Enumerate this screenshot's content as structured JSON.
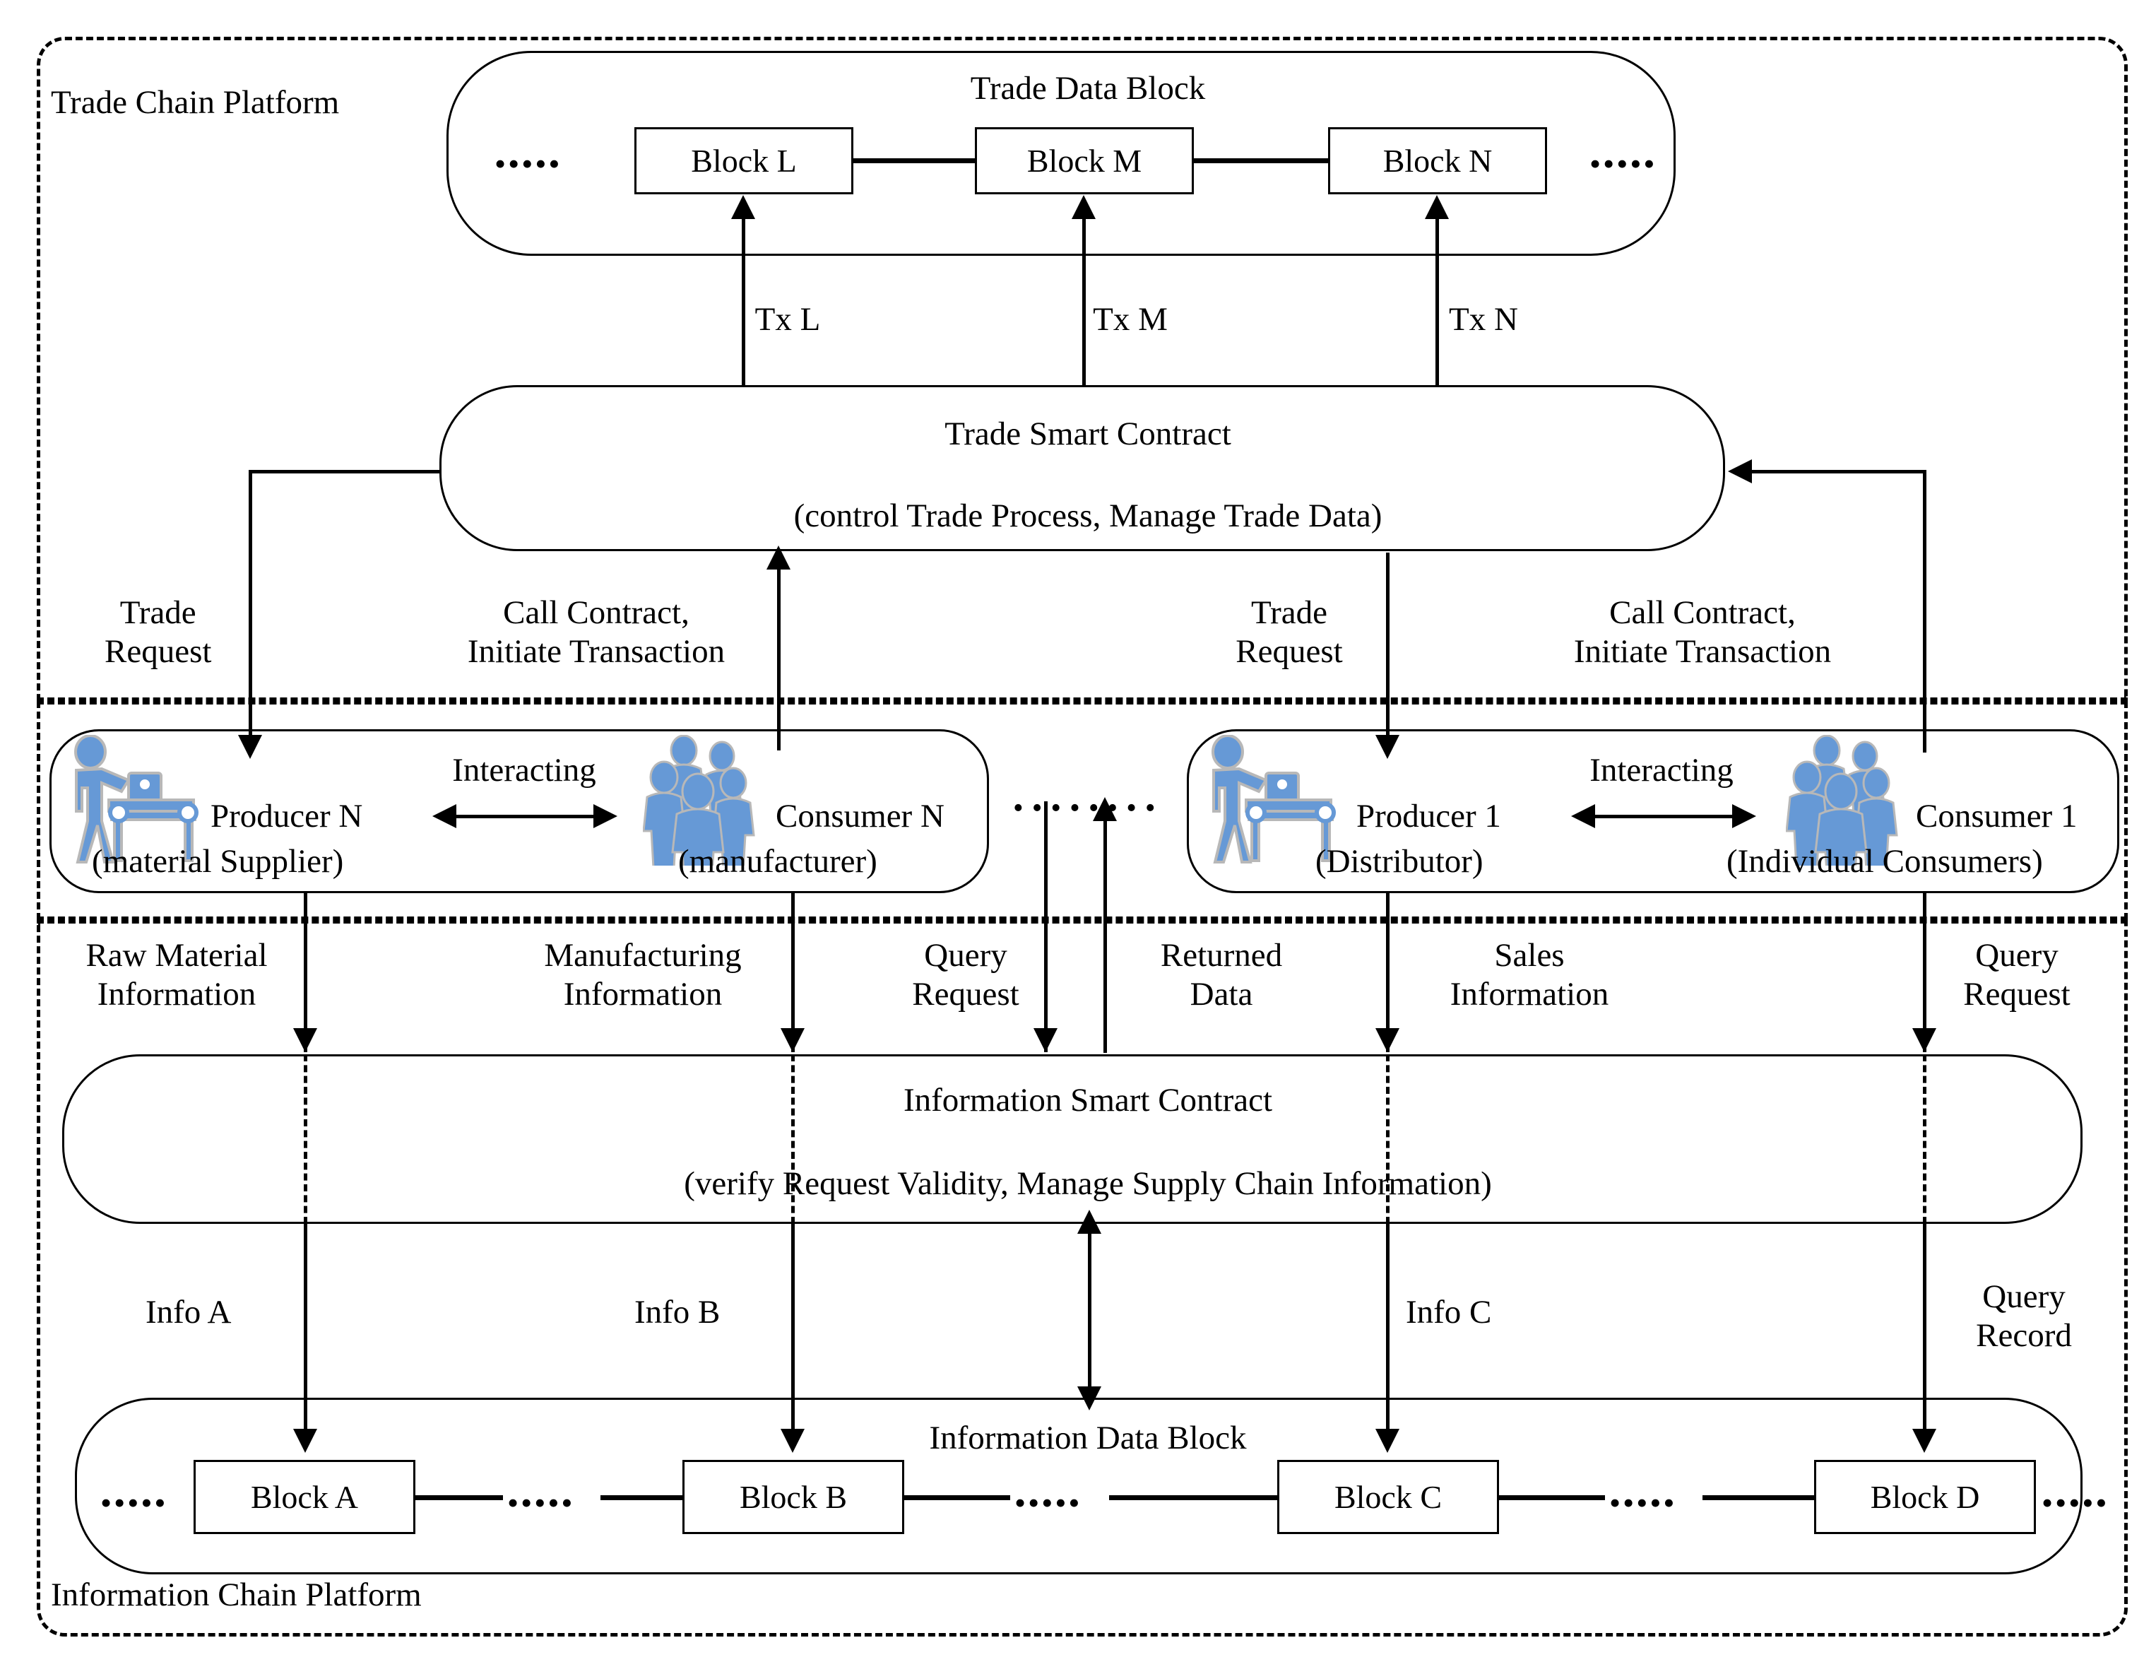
{
  "diagram": {
    "title_trade_platform": "Trade Chain Platform",
    "title_info_platform": "Information Chain Platform"
  },
  "trade_chain": {
    "data_block_group_label": "Trade Data Block",
    "blocks": [
      {
        "label": "Block L"
      },
      {
        "label": "Block M"
      },
      {
        "label": "Block N"
      }
    ],
    "ellipsis_left": "•••••",
    "ellipsis_right": "•••••",
    "tx_labels": [
      "Tx L",
      "Tx M",
      "Tx N"
    ],
    "smart_contract": {
      "title": "Trade Smart Contract",
      "subtitle": "(control Trade Process, Manage Trade Data)"
    },
    "flow_labels": {
      "trade_request_left": "Trade\nRequest",
      "call_contract_left": "Call Contract,\nInitiate Transaction",
      "trade_request_right": "Trade\nRequest",
      "call_contract_right": "Call Contract,\nInitiate Transaction"
    }
  },
  "actors": {
    "ellipsis_middle": "••••••••",
    "groups": [
      {
        "producer": {
          "name": "Producer N",
          "role": "(material Supplier)",
          "icon": "worker-icon"
        },
        "interacting_label": "Interacting",
        "consumer": {
          "name": "Consumer N",
          "role": "(manufacturer)",
          "icon": "people-group-icon"
        }
      },
      {
        "producer": {
          "name": "Producer 1",
          "role": "(Distributor)",
          "icon": "worker-icon"
        },
        "interacting_label": "Interacting",
        "consumer": {
          "name": "Consumer 1",
          "role": "(Individual Consumers)",
          "icon": "people-group-icon"
        }
      }
    ]
  },
  "information_chain": {
    "upper_flow_labels": [
      "Raw Material\nInformation",
      "Manufacturing\nInformation",
      "Query\nRequest",
      "Returned\nData",
      "Sales\nInformation",
      "Query\nRequest"
    ],
    "smart_contract": {
      "title": "Information Smart Contract",
      "subtitle": "(verify Request Validity, Manage Supply Chain Information)"
    },
    "lower_flow_labels": [
      "Info A",
      "Info B",
      "Info C",
      "Query\nRecord"
    ],
    "data_block_group_label": "Information Data Block",
    "blocks": [
      {
        "label": "Block A"
      },
      {
        "label": "Block B"
      },
      {
        "label": "Block C"
      },
      {
        "label": "Block D"
      }
    ],
    "ellipsis": "•••••"
  },
  "colors": {
    "stroke": "#000000",
    "actor_blue": "#6699d6",
    "actor_shadow": "#b8b8b8",
    "background": "#ffffff"
  }
}
